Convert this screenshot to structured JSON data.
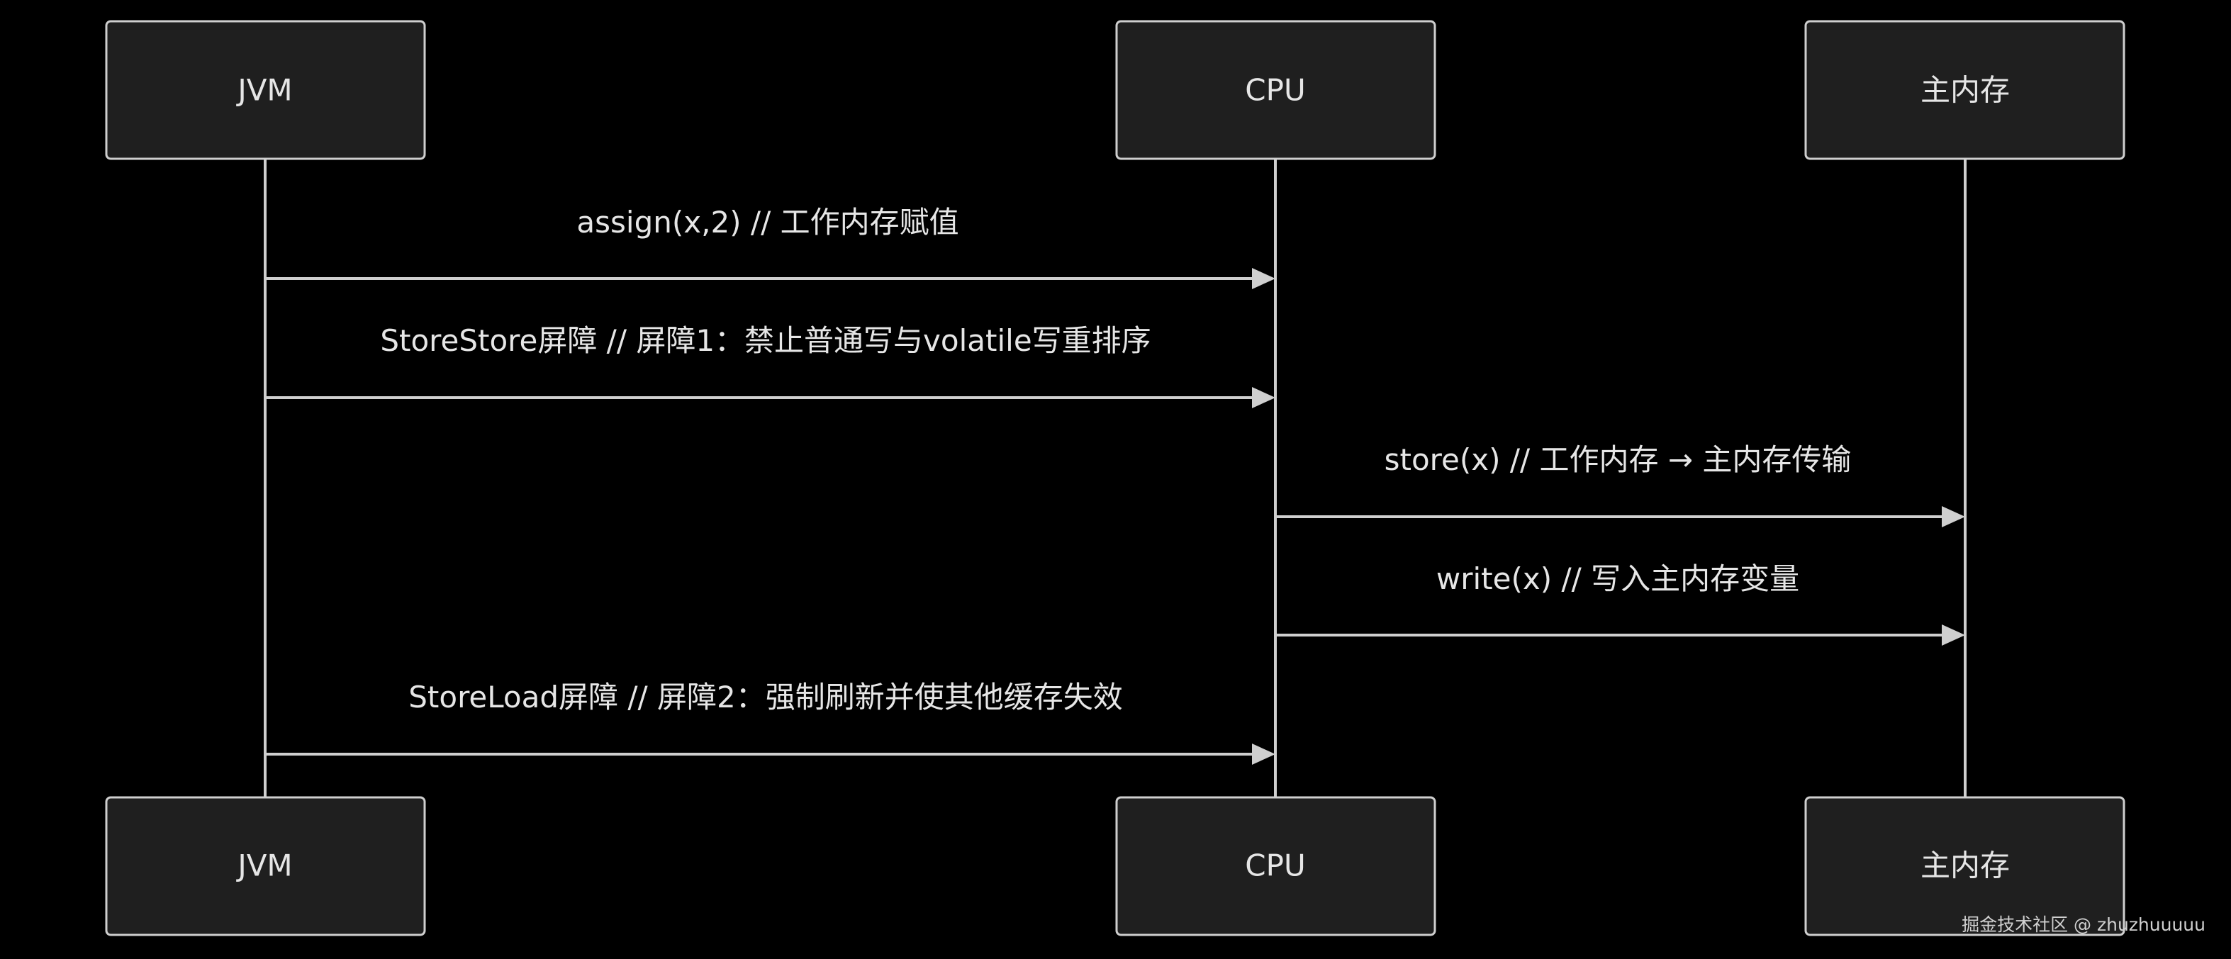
{
  "participants": [
    {
      "id": "jvm",
      "label": "JVM"
    },
    {
      "id": "cpu",
      "label": "CPU"
    },
    {
      "id": "mem",
      "label": "主内存"
    }
  ],
  "messages": [
    {
      "from": "jvm",
      "to": "cpu",
      "label": "assign(x,2) // 工作内存赋值"
    },
    {
      "from": "jvm",
      "to": "cpu",
      "label": "StoreStore屏障 // 屏障1：禁止普通写与volatile写重排序"
    },
    {
      "from": "cpu",
      "to": "mem",
      "label": "store(x) // 工作内存 → 主内存传输"
    },
    {
      "from": "cpu",
      "to": "mem",
      "label": "write(x) // 写入主内存变量"
    },
    {
      "from": "jvm",
      "to": "cpu",
      "label": "StoreLoad屏障 // 屏障2：强制刷新并使其他缓存失效"
    }
  ],
  "watermark": "掘金技术社区 @ zhuzhuuuuu"
}
